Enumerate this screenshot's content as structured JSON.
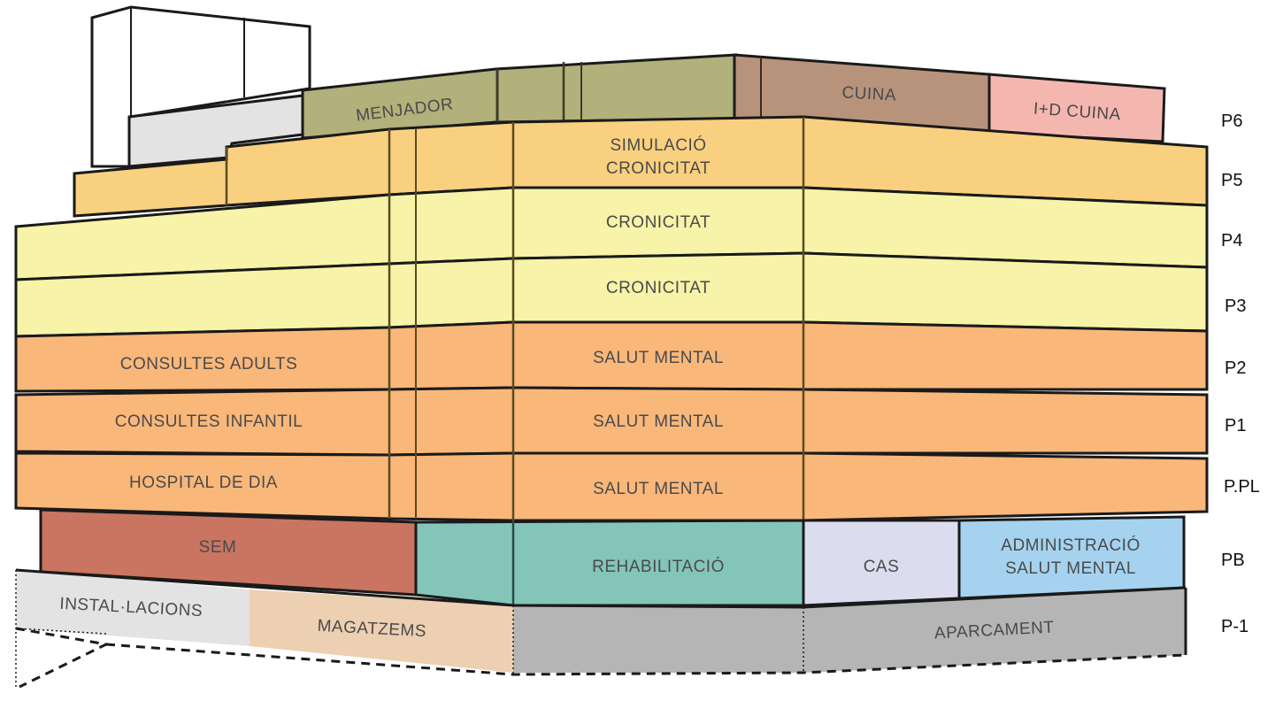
{
  "colors": {
    "outline": "#1a1a1a",
    "roof_white": "#ffffff",
    "roof_grey": "#e3e3e3",
    "menjador": "#b2b07b",
    "cuina": "#b8937c",
    "id_cuina": "#f4b7b0",
    "simulacio": "#f9d07f",
    "cronicitat": "#f7f3a8",
    "salut_mental": "#f9b77a",
    "sem": "#c97562",
    "rehabilitacio": "#84c5ba",
    "cas": "#dcdcef",
    "administracio": "#a5d3ef",
    "installacions": "#e3e3e3",
    "magatzems": "#edcfb2",
    "aparcament": "#b5b5b5"
  },
  "floors": [
    "P6",
    "P5",
    "P4",
    "P3",
    "P2",
    "P1",
    "P.PL",
    "PB",
    "P-1"
  ],
  "zones": {
    "menjador": "MENJADOR",
    "cuina": "CUINA",
    "id_cuina": "I+D CUINA",
    "simulacio_line1": "SIMULACIÓ",
    "simulacio_line2": "CRONICITAT",
    "cronicitat_p4": "CRONICITAT",
    "cronicitat_p3": "CRONICITAT",
    "consultes_adults": "CONSULTES ADULTS",
    "salut_mental_p2": "SALUT MENTAL",
    "consultes_infantil": "CONSULTES INFANTIL",
    "salut_mental_p1": "SALUT MENTAL",
    "hospital_dia": "HOSPITAL DE DIA",
    "salut_mental_ppl": "SALUT MENTAL",
    "sem": "SEM",
    "rehabilitacio": "REHABILITACIÓ",
    "cas": "CAS",
    "administracio_line1": "ADMINISTRACIÓ",
    "administracio_line2": "SALUT MENTAL",
    "installacions": "INSTAL·LACIONS",
    "magatzems": "MAGATZEMS",
    "aparcament": "APARCAMENT"
  }
}
